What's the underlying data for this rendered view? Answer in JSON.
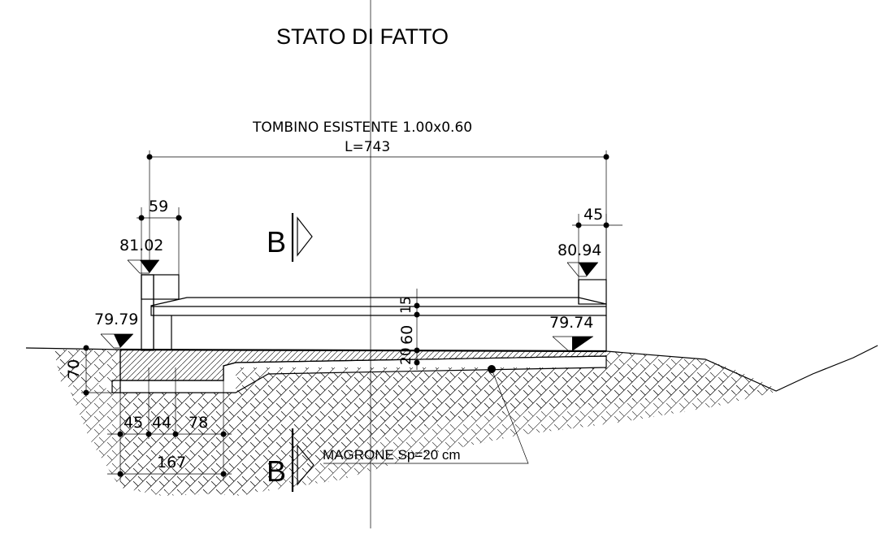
{
  "title": "STATO DI FATTO",
  "structure": {
    "name": "TOMBINO ESISTENTE 1.00x0.60",
    "length": "L=743"
  },
  "section_marks": {
    "top": "B",
    "bottom": "B"
  },
  "elevations": {
    "top_left": "81.02",
    "top_right": "80.94",
    "bottom_left": "79.79",
    "bottom_right": "79.74"
  },
  "dimensions": {
    "top_left_width": "59",
    "top_right_width": "45",
    "left_depth": "70",
    "slab_top": "15",
    "opening_height": "60",
    "slab_bottom": "20",
    "base_a": "45",
    "base_b": "44",
    "base_c": "78",
    "base_total": "167"
  },
  "note": "MAGRONE Sp=20 cm",
  "colors": {
    "ink": "#000000",
    "background": "#ffffff"
  }
}
